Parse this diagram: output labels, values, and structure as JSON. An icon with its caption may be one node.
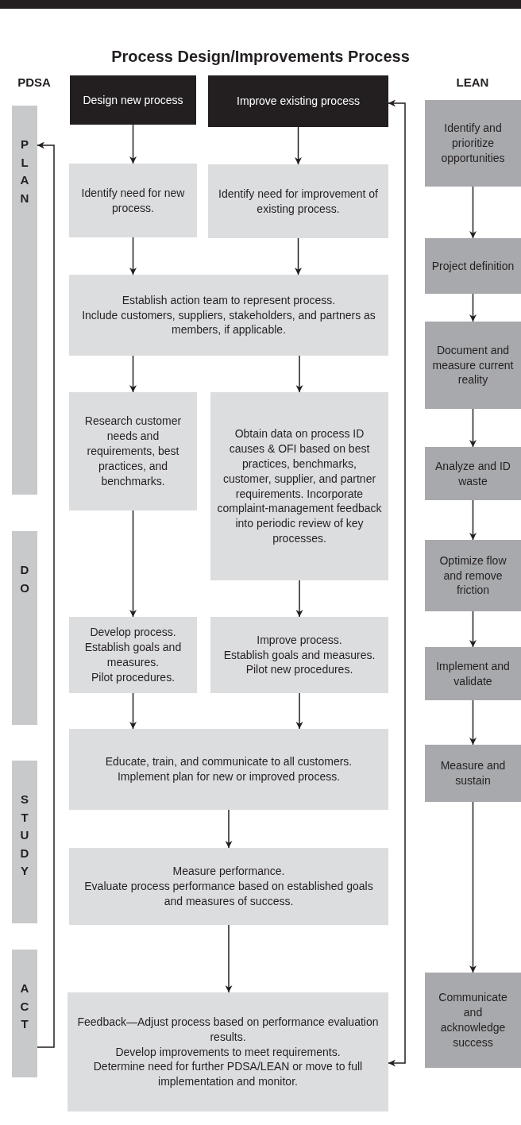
{
  "diagram": {
    "title": "Process Design/Improvements Process",
    "nodes": [
      {
        "text": [
          "Design new process"
        ]
      },
      {
        "text": [
          "Improve existing process"
        ]
      },
      {
        "text": [
          "Identify need for new process."
        ]
      },
      {
        "text": [
          "Identify need for improvement of existing process."
        ]
      },
      {
        "text": [
          "Establish action team to represent process.",
          "Include customers, suppliers, stakeholders, and partners as members, if applicable."
        ]
      },
      {
        "text": [
          "Research customer needs and requirements, best practices, and benchmarks."
        ]
      },
      {
        "text": [
          "Obtain data on process ID causes & OFI based on best practices, benchmarks, customer, supplier, and partner requirements. Incorporate complaint-management feedback into periodic review of key processes."
        ]
      },
      {
        "text": [
          "Develop process.",
          "Establish goals and measures.",
          "Pilot procedures."
        ]
      },
      {
        "text": [
          "Improve process.",
          "Establish goals and measures.",
          "Pilot new procedures."
        ]
      },
      {
        "text": [
          "Educate, train, and communicate to all customers.",
          "Implement plan for new or improved process."
        ]
      },
      {
        "text": [
          "Measure performance.",
          "Evaluate process performance based on established goals and measures of success."
        ]
      },
      {
        "text": [
          "Feedback—Adjust process based on performance evaluation results.",
          "Develop improvements to meet requirements.",
          "Determine need for further PDSA/LEAN or move to full implementation and monitor."
        ]
      },
      {
        "text": [
          "PLAN"
        ]
      },
      {
        "text": [
          "DO"
        ]
      },
      {
        "text": [
          "STUDY"
        ]
      },
      {
        "text": [
          "ACT"
        ]
      },
      {
        "text": [
          "Identify and prioritize opportunities"
        ]
      },
      {
        "text": [
          "Project definition"
        ]
      },
      {
        "text": [
          "Document and measure current reality"
        ]
      },
      {
        "text": [
          "Analyze and ID waste"
        ]
      },
      {
        "text": [
          "Optimize flow and remove friction"
        ]
      },
      {
        "text": [
          "Implement and validate"
        ]
      },
      {
        "text": [
          "Measure and sustain"
        ]
      },
      {
        "text": [
          "Communicate and acknowledge success"
        ]
      }
    ],
    "edges": [
      {
        "from": 0,
        "to": 2,
        "arrow": "to"
      },
      {
        "from": 1,
        "to": 3,
        "arrow": "to"
      },
      {
        "from": 2,
        "to": 4,
        "arrow": "to"
      },
      {
        "from": 3,
        "to": 4,
        "arrow": "to"
      },
      {
        "from": 4,
        "to": 5,
        "arrow": "to"
      },
      {
        "from": 4,
        "to": 6,
        "arrow": "to"
      },
      {
        "from": 5,
        "to": 7,
        "arrow": "to"
      },
      {
        "from": 6,
        "to": 8,
        "arrow": "to"
      },
      {
        "from": 7,
        "to": 9,
        "arrow": "to"
      },
      {
        "from": 8,
        "to": 9,
        "arrow": "to"
      },
      {
        "from": 9,
        "to": 10,
        "arrow": "to"
      },
      {
        "from": 10,
        "to": 11,
        "arrow": "to"
      },
      {
        "from": 11,
        "to": 1,
        "arrow": "both"
      },
      {
        "from": 15,
        "to": 12,
        "arrow": "to"
      },
      {
        "from": 16,
        "to": 17,
        "arrow": "to"
      },
      {
        "from": 17,
        "to": 18,
        "arrow": "to"
      },
      {
        "from": 18,
        "to": 19,
        "arrow": "to"
      },
      {
        "from": 19,
        "to": 20,
        "arrow": "to"
      },
      {
        "from": 20,
        "to": 21,
        "arrow": "to"
      },
      {
        "from": 21,
        "to": 22,
        "arrow": "to"
      },
      {
        "from": 22,
        "to": 23,
        "arrow": "to"
      }
    ],
    "labels": [
      "PDSA",
      "LEAN"
    ]
  }
}
